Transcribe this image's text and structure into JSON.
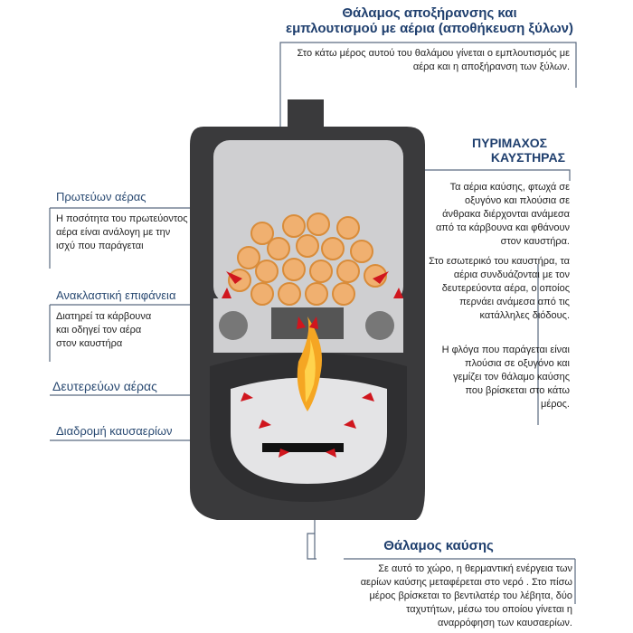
{
  "drying_chamber": {
    "title": "Θάλαμος αποξήρανσης και εμπλουτισμού με αέρια (αποθήκευση ξύλων)",
    "title_line1": "Θάλαμος αποξήρανσης και",
    "title_line2": "εμπλουτισμού με αέρια (αποθήκευση ξύλων)",
    "text": "Στο κάτω μέρος αυτού του θαλάμου γίνεται ο εμπλουτισμός με αέρα και η αποξήρανση των ξύλων."
  },
  "burner": {
    "title_line1": "ΠΥΡΙΜΑΧΟΣ",
    "title_line2": "ΚΑΥΣΤΗΡΑΣ",
    "text1": "Τα αέρια καύσης, φτωχά σε οξυγόνο και πλούσια σε άνθρακα διέρχονται ανάμεσα από τα κάρβουνα και φθάνουν στον καυστήρα.",
    "text2": "Στο εσωτερικό του καυστήρα, τα αέρια συνδυάζονται με τον δευτερεύοντα αέρα, ο οποίος περνάει ανάμεσα από τις κατάλληλες διόδους.",
    "text3": "Η φλόγα που παράγεται είναι πλούσια σε οξυγόνο και γεμίζει τον θάλαμο καύσης που βρίσκεται στο κάτω μέρος."
  },
  "primary_air": {
    "title": "Πρωτεύων αέρας",
    "text": "Η ποσότητα του πρωτεύοντος αέρα είναι ανάλογη με την ισχύ που παράγεται"
  },
  "reflective_surface": {
    "title": "Ανακλαστική επιφάνεια",
    "text": "Διατηρεί τα κάρβουνα και οδηγεί τον αέρα στον καυστήρα"
  },
  "secondary_air": {
    "title": "Δευτερεύων αέρας"
  },
  "flue_path": {
    "title": "Διαδρομή καυσαερίων"
  },
  "combustion_chamber": {
    "title": "Θάλαμος καύσης",
    "text": "Σε αυτό το χώρο, η θερμαντική ενέργεια των αερίων καύσης μεταφέρεται στο νερό . Στο πίσω μέρος βρίσκεται το βεντιλατέρ του λέβητα, δύο ταχυτήτων, μέσω του οποίου γίνεται η αναρρόφηση των καυσαερίων."
  },
  "colors": {
    "title": "#1f3f6e",
    "body": "#3a3a3c",
    "arrow": "#d0161e",
    "log": "#f0b070"
  }
}
